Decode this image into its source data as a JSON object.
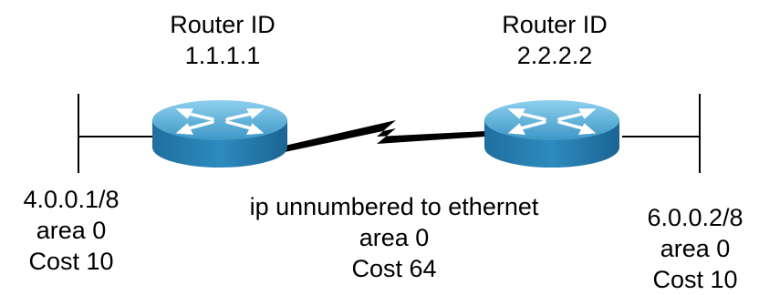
{
  "routers": [
    {
      "name": "Router ID",
      "id": "1.1.1.1"
    },
    {
      "name": "Router ID",
      "id": "2.2.2.2"
    }
  ],
  "left_segment": {
    "address": "4.0.0.1/8",
    "area": "area 0",
    "cost": "Cost 10"
  },
  "serial_link": {
    "description": "ip unnumbered to ethernet",
    "area": "area 0",
    "cost": "Cost 64"
  },
  "right_segment": {
    "address": "6.0.0.2/8",
    "area": "area 0",
    "cost": "Cost 10"
  },
  "colors": {
    "router_top": "#4aa3cf",
    "router_top_light": "#7fc3e4",
    "router_side": "#2a7fb0",
    "router_side_dark": "#1a5f8a",
    "link": "#000000"
  },
  "icons": [
    "router-icon",
    "router-icon",
    "serial-lightning-icon",
    "ethernet-segment-icon"
  ]
}
